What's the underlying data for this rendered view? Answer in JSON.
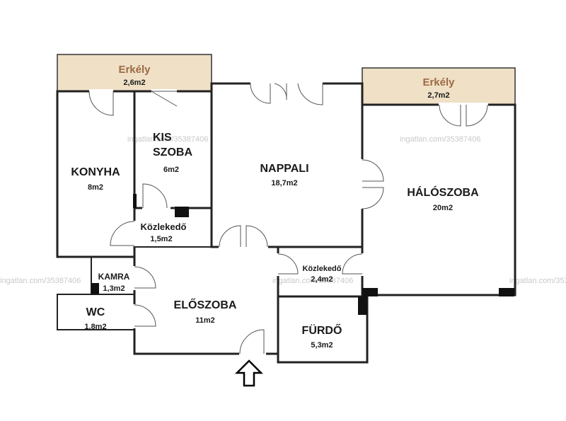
{
  "watermark": "ingatlan.com/35387406",
  "colors": {
    "balcony_fill": "#efe0c6",
    "balcony_text": "#9c6a44",
    "wall": "#222222"
  },
  "rooms": {
    "balcony_left": {
      "name": "Erkély",
      "area": "2,6m2"
    },
    "balcony_right": {
      "name": "Erkély",
      "area": "2,7m2"
    },
    "konyha": {
      "name": "KONYHA",
      "area": "8m2"
    },
    "kis_szoba": {
      "name_line1": "KIS",
      "name_line2": "SZOBA",
      "area": "6m2"
    },
    "nappali": {
      "name": "NAPPALI",
      "area": "18,7m2"
    },
    "haloszoba": {
      "name": "HÁLÓSZOBA",
      "area": "20m2"
    },
    "kozlekedo_left": {
      "name": "Közlekedő",
      "area": "1,5m2"
    },
    "kamra": {
      "name": "KAMRA",
      "area": "1,3m2"
    },
    "wc": {
      "name": "WC",
      "area": "1,8m2"
    },
    "eloszoba": {
      "name": "ELŐSZOBA",
      "area": "11m2"
    },
    "kozlekedo_right": {
      "name": "Közlekedő",
      "area": "2,4m2"
    },
    "furdo": {
      "name": "FÜRDŐ",
      "area": "5,3m2"
    }
  },
  "icons": {
    "entrance": "entrance-arrow-icon"
  }
}
